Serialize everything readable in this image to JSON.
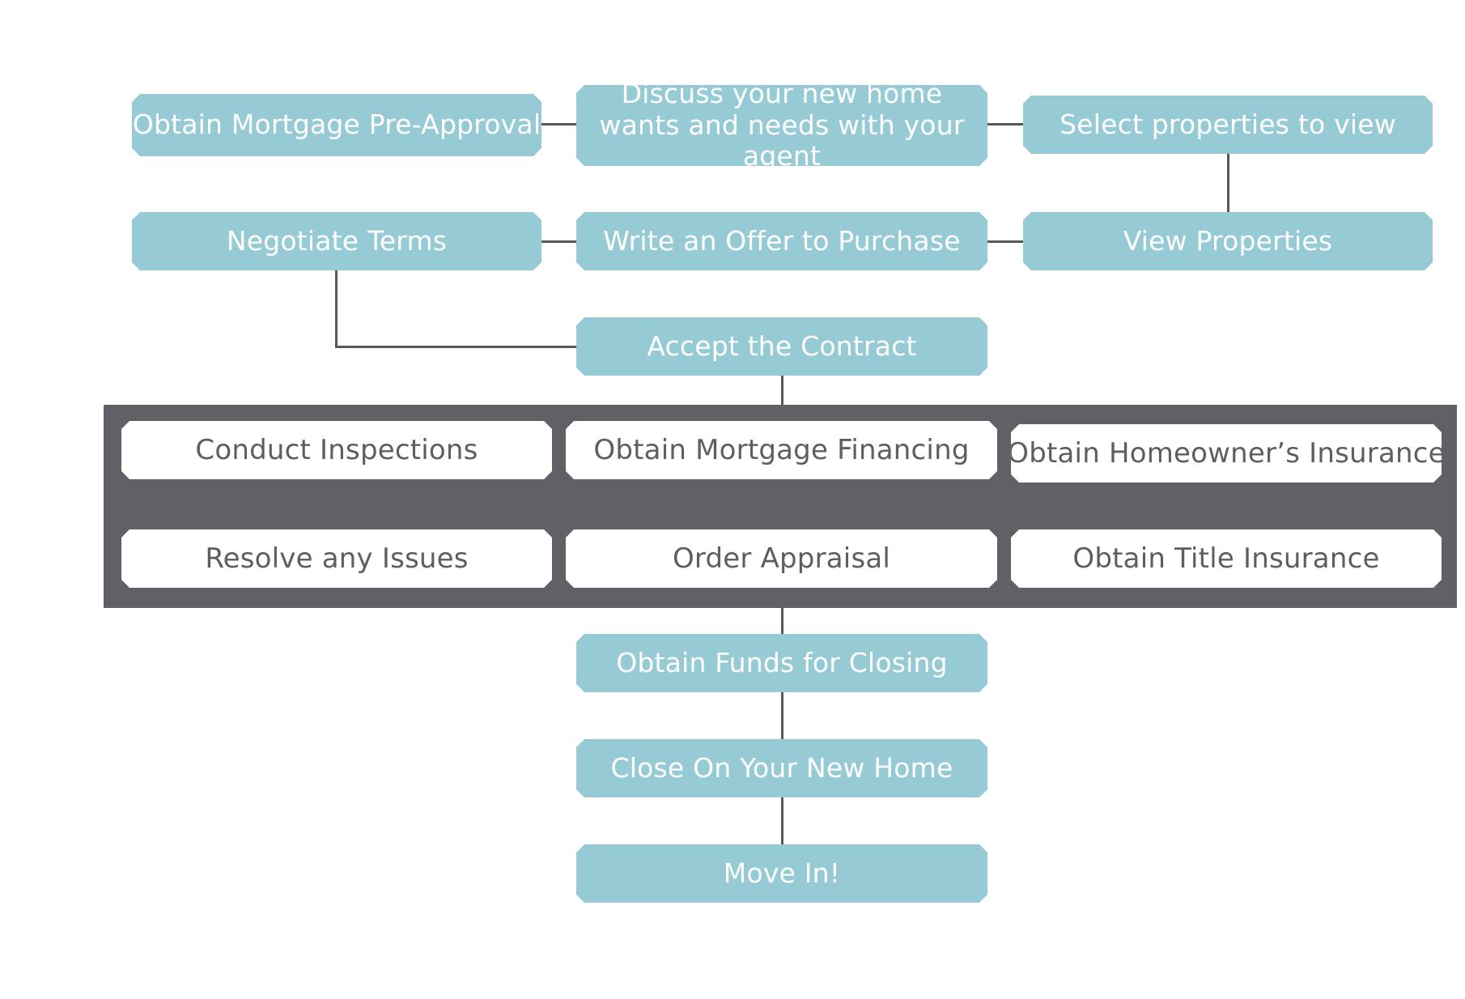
{
  "colors": {
    "teal": "#96cbd5",
    "band": "#606166",
    "connector": "#55585d",
    "white_text": "#ffffff",
    "dark_text": "#5d5e63"
  },
  "steps": {
    "preapproval": "Obtain Mortgage Pre-Approval",
    "discuss": "Discuss your new home wants and needs with your agent",
    "select": "Select properties to view",
    "negotiate": "Negotiate Terms",
    "offer": "Write an Offer to Purchase",
    "view": "View Properties",
    "accept": "Accept the Contract",
    "inspections": "Conduct Inspections",
    "financing": "Obtain Mortgage Financing",
    "homeowners": "Obtain Homeowner’s Insurance",
    "resolve": "Resolve any Issues",
    "appraisal": "Order Appraisal",
    "title": "Obtain Title Insurance",
    "funds": "Obtain Funds for Closing",
    "close": "Close On Your New Home",
    "move": "Move In!"
  }
}
